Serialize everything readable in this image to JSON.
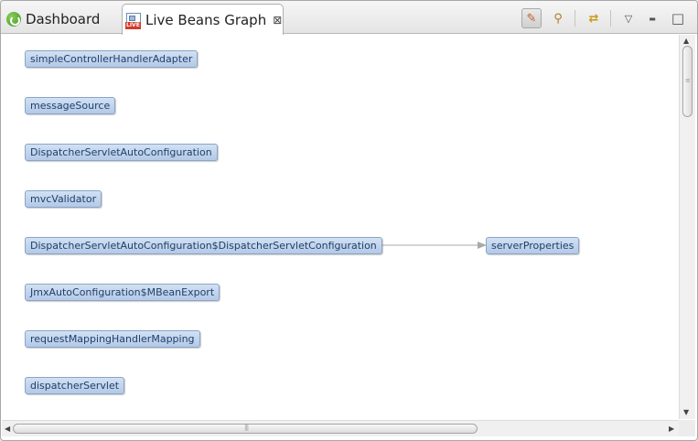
{
  "tabs": [
    {
      "label": "Dashboard",
      "icon": "spring-icon",
      "active": false
    },
    {
      "label": "Live Beans Graph",
      "icon": "live-beans-icon",
      "active": true,
      "close": "⊠"
    }
  ],
  "toolbar": {
    "layout_icon": "✎",
    "tree_icon": "⚲",
    "refresh_icon": "⇄",
    "menu_icon": "▽",
    "minimize_icon": "▬",
    "maximize_icon": "□"
  },
  "beans": [
    "simpleControllerHandlerAdapter",
    "messageSource",
    "DispatcherServletAutoConfiguration",
    "mvcValidator",
    "DispatcherServletAutoConfiguration$DispatcherServletConfiguration",
    "JmxAutoConfiguration$MBeanExport",
    "requestMappingHandlerMapping",
    "dispatcherServlet"
  ],
  "dependency": {
    "from": "DispatcherServletAutoConfiguration$DispatcherServletConfiguration",
    "to": "serverProperties"
  },
  "colors": {
    "bean_fill": "#c3d6ee",
    "bean_border": "#8aa4c8",
    "bean_text": "#1f3f6c",
    "edge": "#a9a9a9"
  }
}
